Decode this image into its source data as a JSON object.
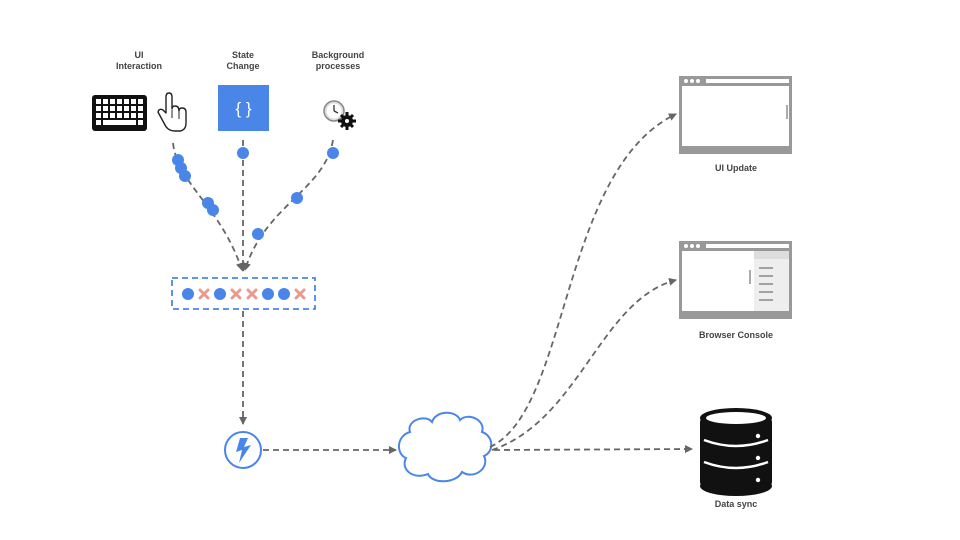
{
  "sources": {
    "ui_interaction": [
      "UI",
      "Interaction"
    ],
    "state_change": [
      "State",
      "Change"
    ],
    "background": [
      "Background",
      "processes"
    ]
  },
  "state_icon_text": "{ }",
  "outputs": {
    "ui_update": "UI Update",
    "browser_console": "Browser Console",
    "data_sync": "Data sync"
  },
  "colors": {
    "blue": "#4a86e8",
    "red_x": "#e99a90",
    "line": "#666666",
    "window_frame": "#999999"
  },
  "queue_items": [
    "dot",
    "x",
    "dot",
    "x",
    "x",
    "dot",
    "dot",
    "x"
  ]
}
